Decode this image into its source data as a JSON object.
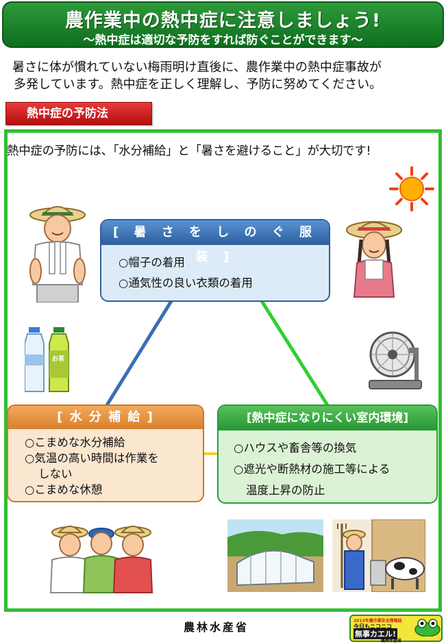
{
  "header": {
    "title": "農作業中の熱中症に注意しましょう!",
    "subtitle": "〜熱中症は適切な予防をすれば防ぐことができます〜"
  },
  "intro": {
    "line1": "暑さに体が慣れていない梅雨明け直後に、農作業中の熱中症事故が",
    "line2": "多発しています。熱中症を正しく理解し、予防に努めてください。"
  },
  "section": {
    "label": "熱中症の予防法",
    "lead": "熱中症の予防には、「水分補給」と「暑さを避けること」が大切です!"
  },
  "clothing": {
    "title": "[ 暑 さ を し の ぐ 服 装 ]",
    "items": [
      "○帽子の着用",
      "○通気性の良い衣類の着用"
    ]
  },
  "hydration": {
    "title": "[ 水 分 補 給 ]",
    "items": [
      "○こまめな水分補給",
      "○気温の高い時間は作業を",
      "しない",
      "○こまめな休憩"
    ]
  },
  "environment": {
    "title": "[熱中症になりにくい室内環境]",
    "items": [
      "○ハウスや畜舎等の換気",
      "○遮光や断熱材の施工等による",
      "温度上昇の防止"
    ]
  },
  "bottle_label": "お茶",
  "footer": {
    "org": "農林水産省",
    "badge_line1": "2013年農作業安全情報誌",
    "badge_line2": "今日もニコニコ",
    "badge_line3": "無事カエル!",
    "badge_line4": "農林水産省"
  },
  "colors": {
    "header": "#138027",
    "frame": "#2fc02f",
    "tag": "#d62020",
    "clothing": "#3b72b8",
    "hydration": "#e08a36",
    "environment": "#33a63f"
  }
}
